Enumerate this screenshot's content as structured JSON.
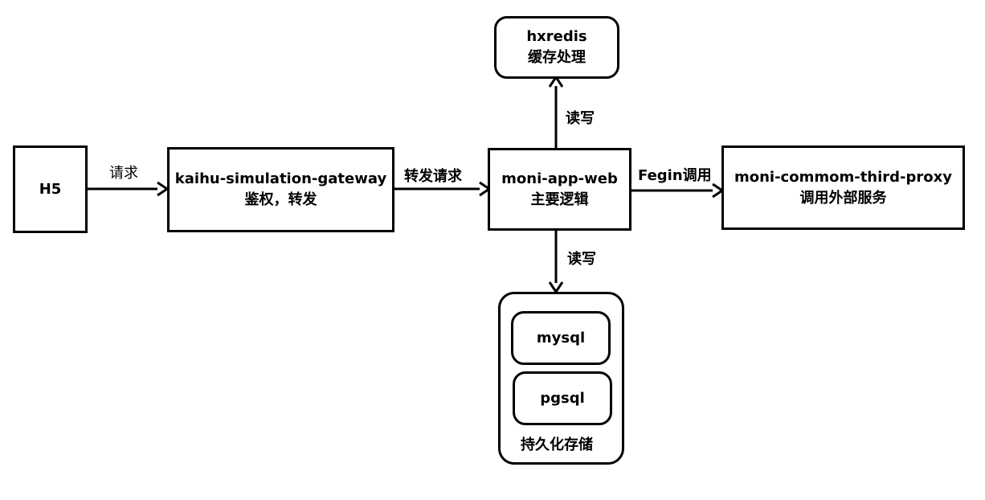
{
  "nodes": {
    "h5": {
      "title": "H5"
    },
    "gateway": {
      "title": "kaihu-simulation-gateway",
      "subtitle": "鉴权，转发"
    },
    "web": {
      "title": "moni-app-web",
      "subtitle": "主要逻辑"
    },
    "proxy": {
      "title": "moni-commom-third-proxy",
      "subtitle": "调用外部服务"
    },
    "redis": {
      "title": "hxredis",
      "subtitle": "缓存处理"
    },
    "storage": {
      "caption": "持久化存储",
      "items": [
        {
          "label": "mysql"
        },
        {
          "label": "pgsql"
        }
      ]
    }
  },
  "edges": {
    "h5_to_gateway": "请求",
    "gateway_to_web": "转发请求",
    "web_to_proxy": "Fegin调用",
    "web_to_redis": "读写",
    "web_to_storage": "读写"
  }
}
